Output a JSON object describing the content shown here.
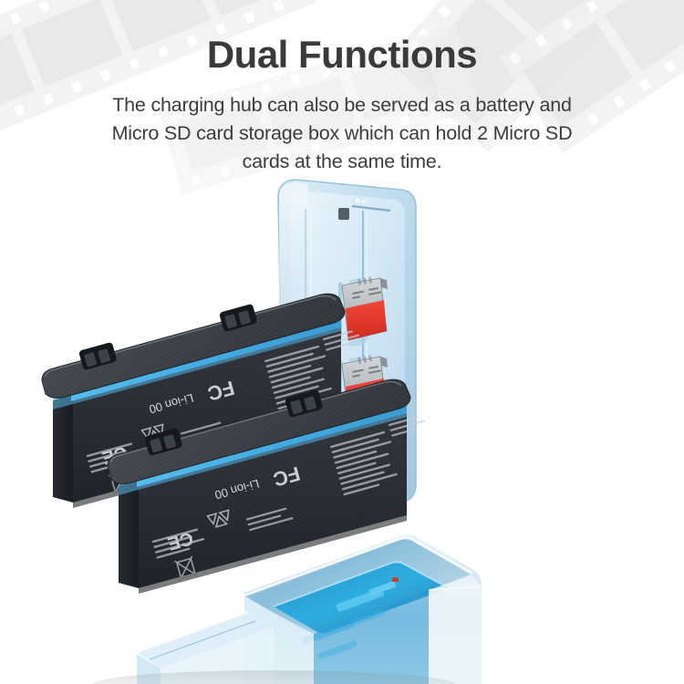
{
  "header": {
    "title": "Dual Functions",
    "subtitle_lines": [
      "The charging hub can also be served as a battery and",
      "Micro SD card storage box which can hold 2 Micro SD",
      "cards at the same time."
    ],
    "title_color": "#3a3a3a",
    "subtitle_color": "#3c3c3c"
  },
  "background": {
    "color": "#ffffff",
    "watermark": "film-strip"
  },
  "product": {
    "name": "battery-charging-hub",
    "lid": {
      "label": "translucent-storage-lid",
      "color": "#cfe4f2",
      "edge_color": "#a9cde4"
    },
    "base": {
      "label": "charging-hub-base",
      "color": "#2f8fc4",
      "accent_color": "#14b0e8"
    },
    "sd_cards": [
      {
        "label": "micro-sd-card",
        "body_color": "#b9bec4",
        "band_color": "#e8382c"
      },
      {
        "label": "micro-sd-card",
        "body_color": "#b9bec4",
        "band_color": "#e8382c"
      }
    ],
    "batteries": [
      {
        "label": "li-ion-battery",
        "shell_color": "#3a3f45",
        "accent_color": "#2f9fe0",
        "markings": [
          "Li-ion 00",
          "FC",
          "CE",
          "recycle",
          "www.dji.com"
        ]
      },
      {
        "label": "li-ion-battery",
        "shell_color": "#3a3f45",
        "accent_color": "#2f9fe0",
        "markings": [
          "Li-ion 00",
          "FC",
          "CE",
          "recycle",
          "www.dji.com"
        ]
      }
    ]
  }
}
